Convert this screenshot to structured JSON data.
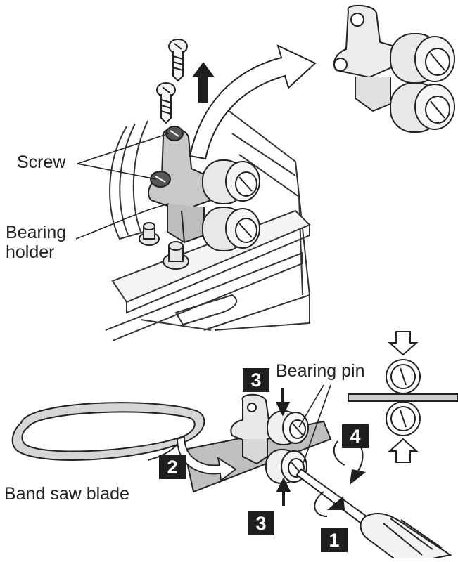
{
  "labels": {
    "screw": "Screw",
    "bearing_holder_line1": "Bearing",
    "bearing_holder_line2": "holder",
    "bearing_pin": "Bearing pin",
    "band_saw_blade": "Band saw blade"
  },
  "steps": {
    "step1": "1",
    "step2": "2",
    "step3_top": "3",
    "step3_bottom": "3",
    "step4": "4"
  },
  "colors": {
    "line": "#222222",
    "part_fill": "#d8d8d8",
    "part_dark": "#9a9a9a",
    "badge": "#1e1e1e"
  },
  "icons": [
    "screw-icon",
    "up-arrow-icon",
    "curved-arrow-icon",
    "screwdriver-icon",
    "down-arrow-icon",
    "rotate-arrow-icon"
  ]
}
